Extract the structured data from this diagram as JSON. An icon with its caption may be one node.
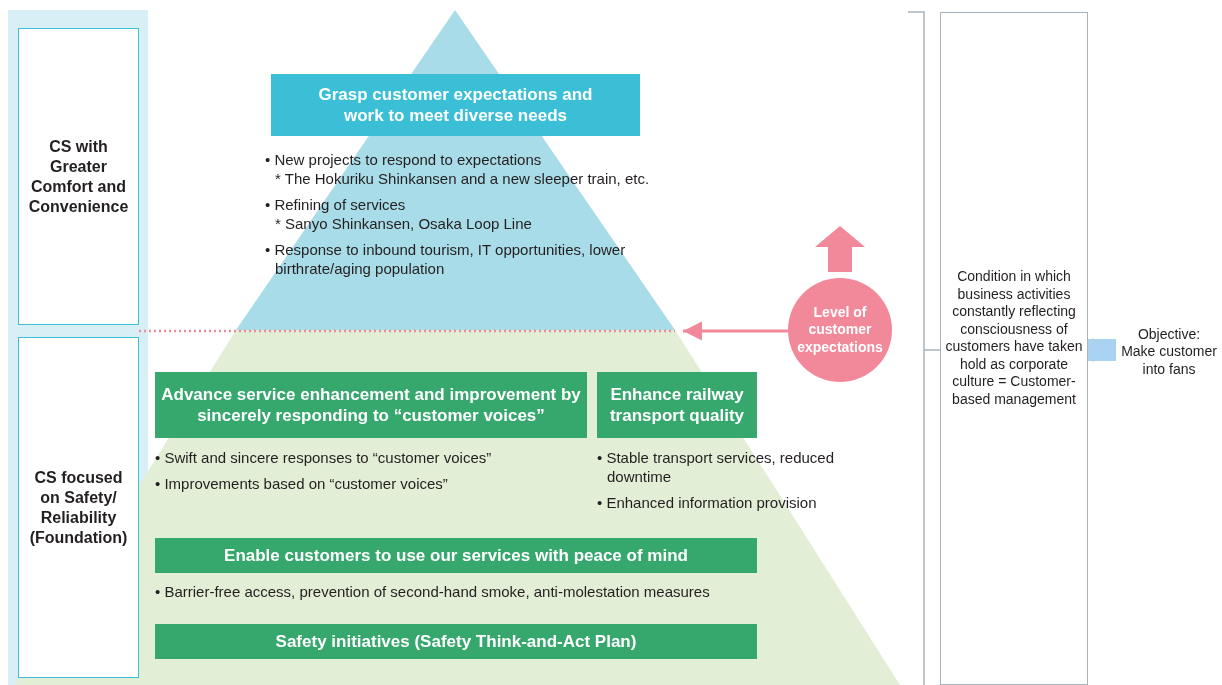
{
  "diagram": {
    "nodes": [
      {
        "text": [
          "CS with Greater Comfort and Convenience"
        ]
      },
      {
        "text": [
          "CS focused on Safety/ Reliability (Foundation)"
        ]
      },
      {
        "text": [
          "Grasp customer expectations and work to meet diverse needs"
        ],
        "beside": [
          "• New projects to respond to expectations",
          "* The Hokuriku Shinkansen and a new sleeper train, etc.",
          "• Refining of services",
          "* Sanyo Shinkansen, Osaka Loop Line",
          "• Response to inbound tourism, IT opportunities, lower birthrate/aging population"
        ]
      },
      {
        "text": [
          "Advance service enhancement and improvement by sincerely responding to “customer voices”"
        ],
        "beside": [
          "• Swift and sincere responses to “customer voices”",
          "• Improvements based on “customer voices”"
        ]
      },
      {
        "text": [
          "Enhance railway transport quality"
        ],
        "beside": [
          "• Stable transport services, reduced downtime",
          "• Enhanced information provision"
        ]
      },
      {
        "text": [
          "Enable customers to use our services with peace of mind"
        ],
        "beside": [
          "• Barrier-free access, prevention of second-hand smoke, anti-molestation measures"
        ]
      },
      {
        "text": [
          "Safety initiatives (Safety Think-and-Act Plan)"
        ]
      },
      {
        "text": [
          "Level of customer expectations"
        ]
      },
      {
        "text": [
          "Condition in which business activities constantly reflecting consciousness of customers have taken hold as corporate culture = Customer-based management"
        ]
      },
      {
        "text": [
          "Objective: Make customer into fans"
        ]
      }
    ],
    "edges": [
      {
        "from": 7,
        "to": null,
        "arrow": "to",
        "color": "#f2899a"
      },
      {
        "from": 8,
        "to": 9,
        "arrow": "to",
        "style": "thick",
        "color": "#a9d3f0"
      }
    ]
  }
}
